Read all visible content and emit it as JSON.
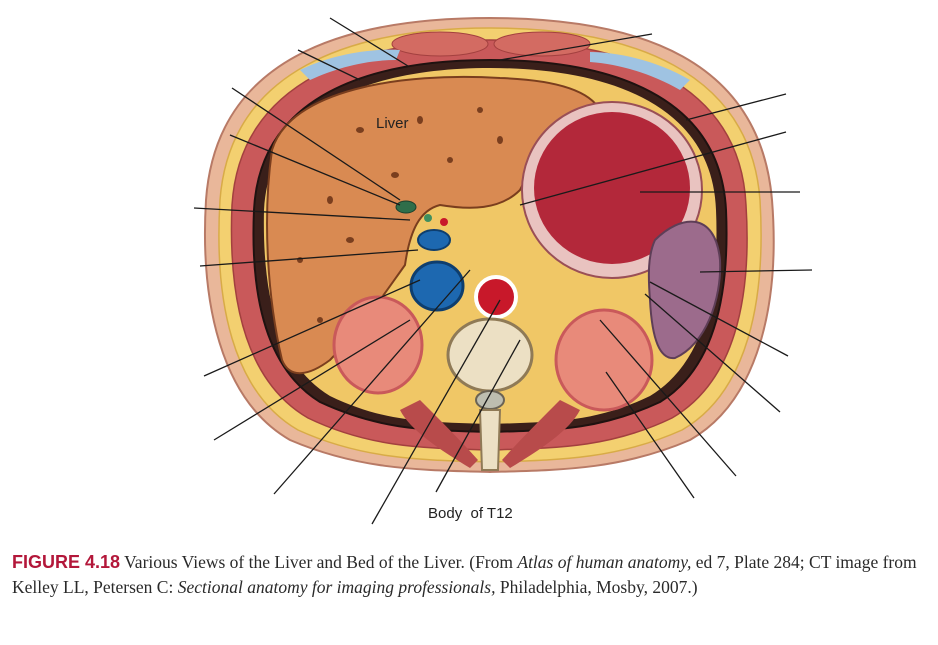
{
  "figure": {
    "labels": {
      "liver": "Liver",
      "body_t12": "Body  of T12"
    }
  },
  "caption": {
    "figure_number": "FIGURE 4.18",
    "title": "Various Views of the Liver and Bed of the Liver.",
    "source_open": "(From ",
    "source_book": "Atlas of human anatomy,",
    "source_mid": " ed 7, Plate 284; CT image from Kelley LL, Petersen C: ",
    "source_book2": "Sectional anatomy for imaging professionals,",
    "source_end": " Philadelphia, Mosby, 2007.)"
  },
  "colors": {
    "caption_accent": "#b3173a",
    "skin": "#e9b79a",
    "fat": "#f3d070",
    "muscle": "#c9595a",
    "liver": "#d98a52",
    "stomach": "#b3283a",
    "spleen": "#9c6b8c",
    "vein": "#1d68b0",
    "aorta": "#c8182a",
    "bone": "#ece0c4"
  }
}
